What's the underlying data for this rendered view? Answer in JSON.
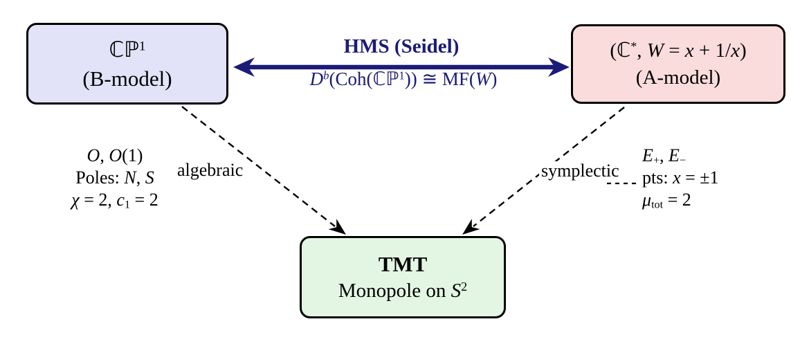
{
  "colors": {
    "background": "#ffffff",
    "border": "#000000",
    "hms_navy": "#1b1b78",
    "b_model_fill": "#e2e2f9",
    "a_model_fill": "#fbdcdc",
    "tmt_fill": "#e3f6e3",
    "dashed_edge": "#000000"
  },
  "boxes": {
    "b_model": {
      "line1": [
        {
          "t": "ℂℙ",
          "s": "bb"
        },
        {
          "t": "1",
          "s": "sup"
        }
      ],
      "line2": "(B-model)"
    },
    "a_model": {
      "line1": [
        {
          "t": "("
        },
        {
          "t": "ℂ",
          "s": "bb"
        },
        {
          "t": "*",
          "s": "sup"
        },
        {
          "t": ", "
        },
        {
          "t": "W",
          "s": "it"
        },
        {
          "t": " = "
        },
        {
          "t": "x",
          "s": "it"
        },
        {
          "t": " + 1/"
        },
        {
          "t": "x",
          "s": "it"
        },
        {
          "t": ")"
        }
      ],
      "line2": "(A-model)"
    },
    "tmt": {
      "line1": "TMT",
      "line2": [
        {
          "t": "Monopole on "
        },
        {
          "t": "S",
          "s": "it"
        },
        {
          "t": "2",
          "s": "sup"
        }
      ]
    }
  },
  "hms_arrow": {
    "label": "HMS (Seidel)",
    "formula": [
      {
        "t": "D",
        "s": "it"
      },
      {
        "t": "b",
        "s": "it sup"
      },
      {
        "t": "(Coh("
      },
      {
        "t": "ℂℙ",
        "s": "bb"
      },
      {
        "t": "1",
        "s": "sup"
      },
      {
        "t": ")) "
      },
      {
        "t": "≅",
        "s": "sym"
      },
      {
        "t": " MF("
      },
      {
        "t": "W",
        "s": "it"
      },
      {
        "t": ")"
      }
    ]
  },
  "left_annotation": {
    "line1": [
      {
        "t": "O",
        "s": "cal"
      },
      {
        "t": ", "
      },
      {
        "t": "O",
        "s": "cal"
      },
      {
        "t": "(1)"
      }
    ],
    "line2": [
      {
        "t": "Poles: "
      },
      {
        "t": "N",
        "s": "it"
      },
      {
        "t": ", "
      },
      {
        "t": "S",
        "s": "cal"
      }
    ],
    "line3": [
      {
        "t": "χ",
        "s": "it"
      },
      {
        "t": " = 2, "
      },
      {
        "t": "c",
        "s": "it"
      },
      {
        "t": "1",
        "s": "sub"
      },
      {
        "t": " = 2"
      }
    ]
  },
  "right_annotation": {
    "line1": [
      {
        "t": "E",
        "s": "it"
      },
      {
        "t": "+",
        "s": "sub"
      },
      {
        "t": ", "
      },
      {
        "t": "E",
        "s": "it"
      },
      {
        "t": "−",
        "s": "sub"
      }
    ],
    "line2": [
      {
        "t": "pts: "
      },
      {
        "t": "x",
        "s": "it"
      },
      {
        "t": " = ±1"
      }
    ],
    "line3": [
      {
        "t": "μ",
        "s": "it"
      },
      {
        "t": "tot",
        "s": "sub"
      },
      {
        "t": " = 2"
      }
    ]
  },
  "edge_labels": {
    "left": "algebraic",
    "right": "symplectic"
  }
}
